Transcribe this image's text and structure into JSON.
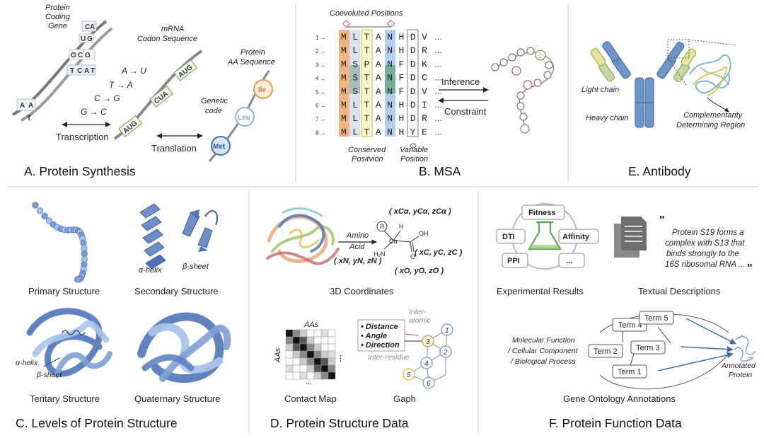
{
  "panels": {
    "a": {
      "title": "A. Protein Synthesis",
      "gene_label": [
        "Protein",
        "Coding",
        "Gene"
      ],
      "mrna_label": [
        "mRNA",
        "Codon Sequence"
      ],
      "protein_label": [
        "Protein",
        "AA Sequence"
      ],
      "rules": [
        "A → U",
        "T → A",
        "C → G",
        "G → C"
      ],
      "genetic_code": [
        "Genetic",
        "code"
      ],
      "transcription": "Transcription",
      "translation": "Translation",
      "codons": [
        "AUG",
        "CUA",
        "AUG"
      ],
      "dna_letters": [
        "A",
        "C",
        "T",
        "A",
        "G",
        "C",
        "A",
        "T",
        "U",
        "G",
        "C",
        "G",
        "T",
        "A"
      ],
      "amino_acids": [
        "Met",
        "Leu",
        "Ile"
      ]
    },
    "b": {
      "title": "B. MSA",
      "coevolved": "Coevoluted Positions",
      "conserved": [
        "Conserved",
        "Positvion"
      ],
      "variable": [
        "Variable",
        "Position"
      ],
      "inference": "Inference",
      "constraint": "Constraint",
      "row_ids": [
        "1",
        "2",
        "3",
        "4",
        "5",
        "6",
        "7",
        "8"
      ],
      "rows": [
        "MLTANHDV...",
        "MLTANHDR...",
        "MSPANFDK...",
        "MSTANFDC...",
        "MSTANFDV...",
        "MLTANHDI...",
        "MLTANHDR...",
        "MLTANHYE..."
      ]
    },
    "e": {
      "title": "E. Antibody",
      "light_chain": "Light chain",
      "heavy_chain": "Heavy chain",
      "cdr": [
        "Complementarity",
        "Determining Region"
      ]
    },
    "c": {
      "title": "C. Levels of Protein Structure",
      "primary": "Primary Structure",
      "secondary": "Secondary Structure",
      "tertiary": "Teritary Structure",
      "quaternary": "Quaternary Structure",
      "alpha_helix": "α-helix",
      "beta_sheet": "β-sheet"
    },
    "d": {
      "title": "D. Protein Structure Data",
      "coords_caption": "3D Coordinates",
      "amino_acid": [
        "Amino",
        "Acid"
      ],
      "coord_ca": "( xCα, yCα, zCα )",
      "coord_c": "( xC, yC, zC )",
      "coord_n": "( xN, yN, zN )",
      "coord_o": "( xO, yO, zO )",
      "atom_r": "R",
      "atom_h": "H",
      "atom_oh": "OH",
      "atom_h2n": "H₂N",
      "atom_o": "O",
      "atom_ca": "Cα",
      "contact_map": "Contact Map",
      "aas": "AAs",
      "aas_dots": "...",
      "graph": "Gaph",
      "features": [
        "Distance",
        "Angle",
        "Direction"
      ],
      "inter_atomic": [
        "Inter-",
        "atomic"
      ],
      "inter_residue": "Inter-residue",
      "nodes": [
        "1",
        "2",
        "3",
        "4",
        "5",
        "6"
      ]
    },
    "f": {
      "title": "F. Protein Function Data",
      "exp_results": "Experimental Results",
      "exp_items": [
        "Fitness",
        "DTI",
        "Affinity",
        "PPI",
        "..."
      ],
      "textual": "Textual Descriptions",
      "quote": [
        "Protein S19 forms a",
        "complex with S13 that",
        "binds strongly to the",
        "16S ribosomal RNA ..."
      ],
      "go_caption": "Gene Ontology Annotations",
      "go_desc": [
        "Molecular Function",
        "/ Cellular Component",
        "/ Biological Process"
      ],
      "terms": [
        "Term 1",
        "Term 2",
        "Term 3",
        "Term 4",
        "Term 5"
      ],
      "annotated": [
        "Annotated",
        "Protein"
      ]
    }
  },
  "colors": {
    "blue": "#4f74b8",
    "light_blue": "#a9c3e8",
    "orange": "#e69a58",
    "green": "#9cc26b",
    "gray": "#8a8a8a"
  }
}
